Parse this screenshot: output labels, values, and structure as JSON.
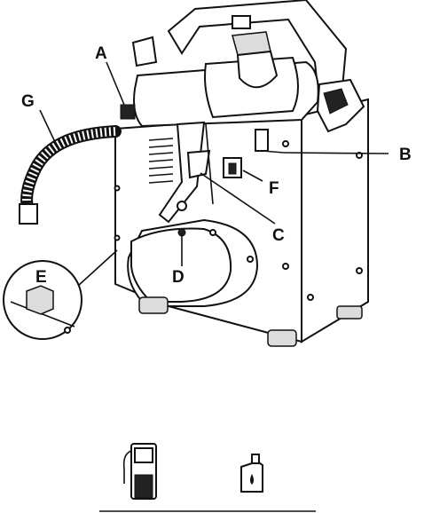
{
  "diagram": {
    "callouts": {
      "a": "A",
      "b": "B",
      "c": "C",
      "d": "D",
      "e": "E",
      "f": "F",
      "g": "G"
    },
    "icons": [
      {
        "name": "fuel-pump-icon"
      },
      {
        "name": "oil-can-icon"
      }
    ]
  }
}
